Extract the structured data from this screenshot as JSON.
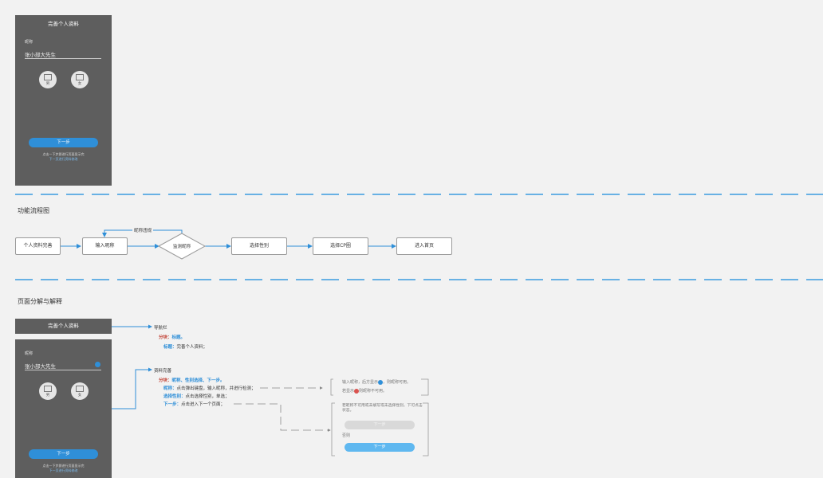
{
  "phone1": {
    "title": "完善个人资料",
    "nickname_label": "昵称",
    "nickname_value": "张小部大先生",
    "male": "男",
    "female": "女",
    "next": "下一步",
    "tip": "点击一下步即进行页面显示完",
    "tip_link": "下一页进行资料修改"
  },
  "section1": {
    "title": "功能流程图"
  },
  "flow": {
    "nodes": [
      "个人资料完善",
      "输入昵称",
      "监测昵称",
      "选择性别",
      "选择CP圈",
      "进入首页"
    ],
    "loop_label": "昵称违规"
  },
  "section2": {
    "title": "页面分解与解释"
  },
  "nav_bar": {
    "title": "完善个人资料"
  },
  "phone2": {
    "nickname_label": "昵称",
    "nickname_value": "张小部大先生",
    "male": "男",
    "female": "女",
    "next": "下一步",
    "tip": "点击一下步即进行页面显示完",
    "tip_link": "下一页进行资料修改"
  },
  "annot_nav": {
    "heading": "导航栏",
    "block_label": "分块：",
    "block_value": "标题。",
    "title_key": "标题：",
    "title_val": "完善个人资料；"
  },
  "annot_info": {
    "heading": "资料完善",
    "block_label": "分块：",
    "block_value": "昵称、性别选择、下一步。",
    "nick_key": "昵称：",
    "nick_val": "点击弹出键盘，输入昵称，并进行检测；",
    "gender_key": "选择性别：",
    "gender_val": "点击选择性别，单选；",
    "next_key": "下一步：",
    "next_val": "点击进入下一个页面；"
  },
  "check_box": {
    "line1a": "输入昵称，后方显示",
    "line1b": "，则昵称可用。",
    "line2a": "若显示",
    "line2b": "则昵称不可用。"
  },
  "state_box": {
    "desc": "若昵称不可用或未填写或未选择性别，下可点击状态。",
    "disabled_btn": "下一步",
    "enabled_label": "否则",
    "enabled_btn": "下一步"
  },
  "colors": {
    "accent": "#2f8fd8",
    "phone_bg": "#5e5e5e",
    "dash": "#3a9be0"
  }
}
